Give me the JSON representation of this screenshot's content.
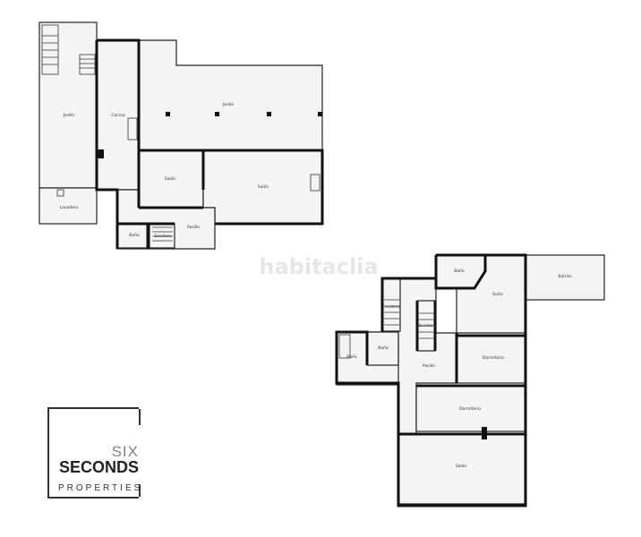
{
  "watermark": "habitaclia",
  "logo": {
    "line1": "SIX",
    "line2": "SECONDS",
    "line3": "PROPERTIES"
  },
  "ground_floor": {
    "rooms": [
      "Jardín",
      "Lavadero",
      "Cocina",
      "Jardín",
      "Salón",
      "Salón",
      "Pasillo",
      "Baño",
      "Escalera"
    ]
  },
  "upper_floor": {
    "rooms": [
      "Baño",
      "Suite",
      "Balcón",
      "Escalera",
      "Escalera",
      "Baño",
      "Baño",
      "Pasillo",
      "Dormitorio",
      "Dormitorio",
      "Salón"
    ]
  }
}
